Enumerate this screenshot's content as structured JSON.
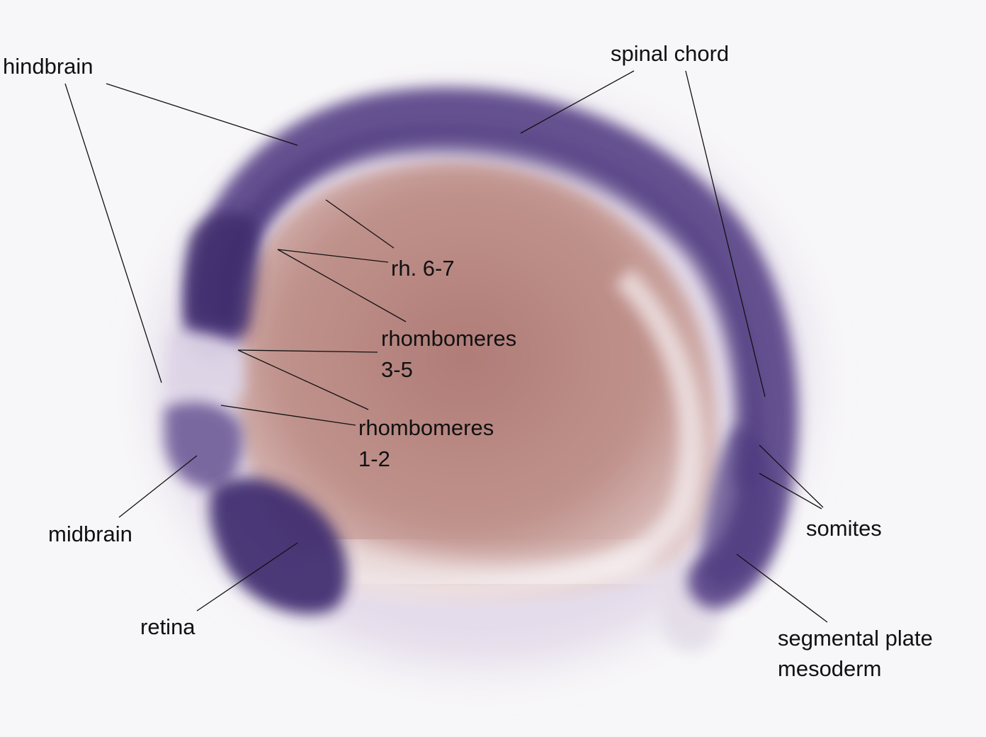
{
  "labels": {
    "hindbrain": "hindbrain",
    "spinal_chord": "spinal chord",
    "rh_6_7": "rh. 6-7",
    "rhombomeres_3_5": {
      "line1": "rhombomeres",
      "line2": "3-5"
    },
    "rhombomeres_1_2": {
      "line1": "rhombomeres",
      "line2": "1-2"
    },
    "somites": "somites",
    "midbrain": "midbrain",
    "retina": "retina",
    "segmental_plate_mesoderm": {
      "line1": "segmental plate",
      "line2": "mesoderm"
    }
  },
  "colors": {
    "background": "#f7f6f8",
    "yolk": "#b88882",
    "stain": "#4a347a",
    "leader_line": "#111111"
  }
}
